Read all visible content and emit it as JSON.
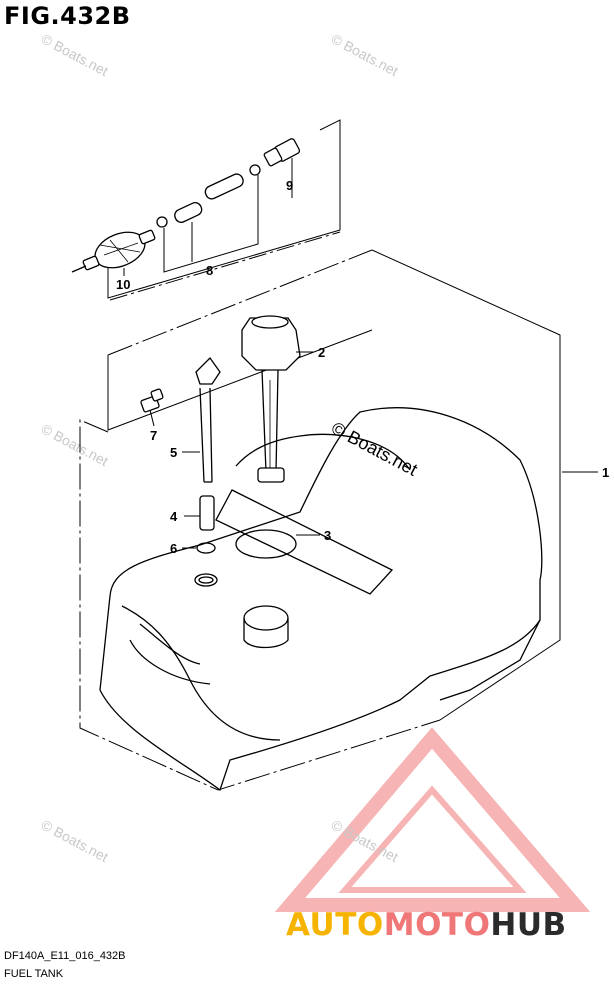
{
  "figure": {
    "title": "FIG.432B"
  },
  "callouts": [
    {
      "id": "c1",
      "label": "1"
    },
    {
      "id": "c2",
      "label": "2"
    },
    {
      "id": "c3",
      "label": "3"
    },
    {
      "id": "c4",
      "label": "4"
    },
    {
      "id": "c5",
      "label": "5"
    },
    {
      "id": "c6",
      "label": "6"
    },
    {
      "id": "c7",
      "label": "7"
    },
    {
      "id": "c8",
      "label": "8"
    },
    {
      "id": "c9",
      "label": "9"
    },
    {
      "id": "c10",
      "label": "10"
    }
  ],
  "watermark": {
    "text": "© Boats.net"
  },
  "brand": {
    "part1": "AUTO",
    "part2": "MOTO",
    "part3": "HUB"
  },
  "footer": {
    "code": "DF140A_E11_016_432B",
    "name": "FUEL TANK"
  },
  "colors": {
    "brand_yellow": "#f6b400",
    "brand_red": "#f07777",
    "brand_dark": "#2b2b2b",
    "line": "#000000"
  }
}
